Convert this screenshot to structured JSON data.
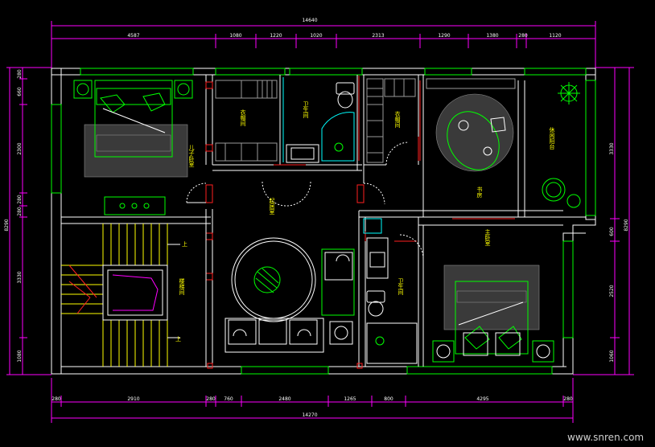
{
  "dimensions": {
    "top_overall": "14640",
    "top_segments": [
      "4587",
      "1080",
      "1220",
      "1020",
      "2313",
      "1290",
      "1380",
      "280",
      "1120"
    ],
    "bottom_overall": "14270",
    "bottom_segments": [
      "280",
      "2910",
      "280",
      "760",
      "2480",
      "1265",
      "800",
      "4295",
      "280"
    ],
    "left_overall": "8290",
    "left_segments": [
      "280",
      "660",
      "2300",
      "280",
      "280",
      "3330",
      "1080"
    ],
    "right_overall": "8290",
    "right_segments": [
      "3330",
      "600",
      "2520",
      "1060"
    ]
  },
  "rooms": {
    "bedroom_left": "儿子卧室",
    "closet_1": "衣帽间",
    "bath_1": "卫生间",
    "closet_2": "衣帽间",
    "study": "书房",
    "balcony": "休闲阳台",
    "corridor": "起居室",
    "stair": "楼梯间",
    "bath_2": "卫生间",
    "bedroom_right": "主卧室"
  },
  "stair_marks": [
    "上",
    "上"
  ],
  "watermark": "www.snren.com",
  "colors": {
    "background": "#000000",
    "walls": "#ffffff",
    "furniture": "#00ff00",
    "labels": "#ffff00",
    "doors": "#ff2020",
    "dimension": "#ff00ff",
    "fixtures": "#00ffff"
  }
}
